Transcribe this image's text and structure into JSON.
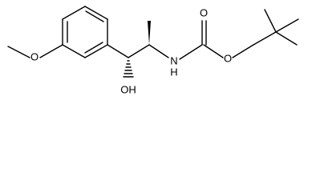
{
  "molecule": {
    "atoms": {
      "methoxy_o": "O",
      "hydroxyl": "OH",
      "amide_n": "N",
      "amide_h": "H",
      "carbonyl_o": "O",
      "ester_o": "O"
    }
  },
  "colors": {
    "bond": "#000000",
    "background": "#ffffff"
  }
}
